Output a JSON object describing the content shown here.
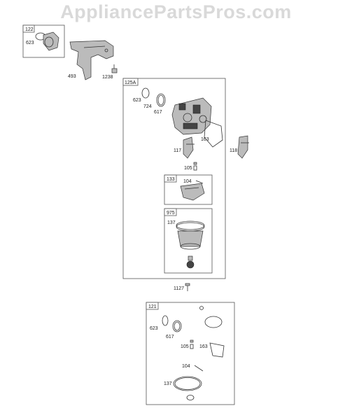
{
  "watermark": "AppliancePartsPros.com",
  "groups": {
    "g122": "122",
    "g125a": "125A",
    "g133": "133",
    "g975": "975",
    "g121": "121"
  },
  "labels": {
    "top_623": "623",
    "bracket_493": "493",
    "screw_1238": "1238",
    "c_623": "623",
    "c_724": "724",
    "c_617": "617",
    "c_163": "163",
    "c_117": "117",
    "c_118": "118",
    "c_105": "105",
    "c_104": "104",
    "c_137": "137",
    "bolt_1127": "1127",
    "k_623": "623",
    "k_617": "617",
    "k_105": "105",
    "k_163": "163",
    "k_104": "104",
    "k_137": "137"
  }
}
